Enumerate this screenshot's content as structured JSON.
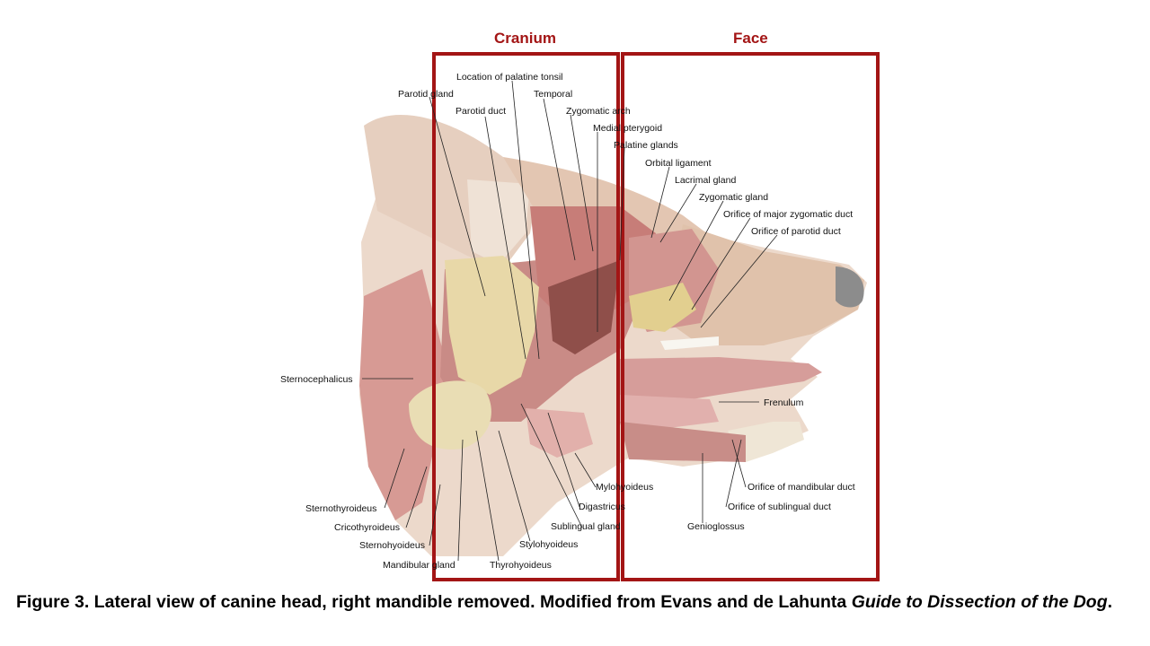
{
  "regions": {
    "cranium": {
      "title": "Cranium",
      "color": "#a31515"
    },
    "face": {
      "title": "Face",
      "color": "#a31515"
    }
  },
  "labels": {
    "palatine_tonsil": "Location of palatine tonsil",
    "parotid_gland": "Parotid gland",
    "temporal": "Temporal",
    "parotid_duct": "Parotid duct",
    "zygomatic_arch": "Zygomatic arch",
    "medial_pterygoid": "Medial pterygoid",
    "palatine_glands": "Palatine glands",
    "orbital_ligament": "Orbital ligament",
    "lacrimal_gland": "Lacrimal gland",
    "zygomatic_gland": "Zygomatic gland",
    "orifice_major_zygomatic": "Orifice of major zygomatic duct",
    "orifice_parotid": "Orifice of parotid duct",
    "sternocephalicus": "Sternocephalicus",
    "frenulum": "Frenulum",
    "mylohyoideus": "Mylohyoideus",
    "digastricus": "Digastricus",
    "orifice_mandibular": "Orifice of mandibular duct",
    "orifice_sublingual": "Orifice of sublingual duct",
    "sternothyroideus": "Sternothyroideus",
    "sublingual_gland": "Sublingual gland",
    "cricothyroideus": "Cricothyroideus",
    "genioglossus": "Genioglossus",
    "sternohyoideus": "Sternohyoideus",
    "stylohyoideus": "Stylohyoideus",
    "mandibular_gland": "Mandibular gland",
    "thyrohyoideus": "Thyrohyoideus"
  },
  "caption": {
    "lead": "Figure 3. Lateral view of canine head, right mandible removed. Modified from Evans and de Lahunta ",
    "book_title": "Guide to Dissection of the Dog",
    "end": "."
  }
}
